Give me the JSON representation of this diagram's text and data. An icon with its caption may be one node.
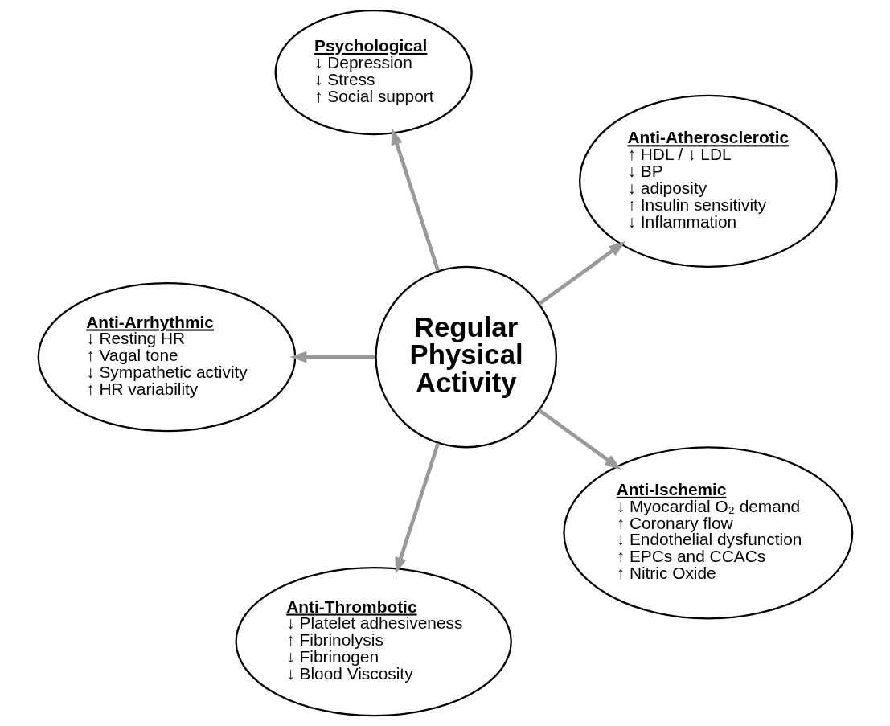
{
  "diagram": {
    "nodes": [
      {
        "text": [
          "Anti-Atherosclerotic",
          "↑ HDL / ↓ LDL",
          "↓ BP",
          "↓ adiposity",
          "↑ Insulin sensitivity",
          "↓ Inflammation"
        ]
      },
      {
        "text": [
          "Psychological",
          "↓ Depression",
          "↓ Stress",
          "↑ Social support"
        ]
      },
      {
        "text": [
          "Regular Physical Activity"
        ]
      },
      {
        "text": [
          "Anti-Arrhythmic",
          "↓ Resting HR",
          "↑ Vagal tone",
          "↓ Sympathetic activity",
          "↑ HR variability"
        ]
      },
      {
        "text": [
          "Anti-Thrombotic",
          "↓ Platelet adhesiveness",
          "↑ Fibrinolysis",
          "↓ Fibrinogen",
          "↓ Blood Viscosity"
        ]
      },
      {
        "text": [
          "Anti-Ischemic",
          "↓ Myocardial O₂ demand",
          "↑ Coronary flow",
          "↓ Endothelial dysfunction",
          "↑ EPCs and CCACs",
          "↑ Nitric Oxide"
        ]
      }
    ],
    "edges": [
      {
        "from": 2,
        "to": 0,
        "arrow": "to"
      },
      {
        "from": 2,
        "to": 3,
        "arrow": "to"
      },
      {
        "from": 2,
        "to": 5,
        "arrow": "to"
      },
      {
        "from": 2,
        "to": 4,
        "arrow": "to"
      },
      {
        "from": 2,
        "to": 1,
        "arrow": "to"
      }
    ]
  }
}
